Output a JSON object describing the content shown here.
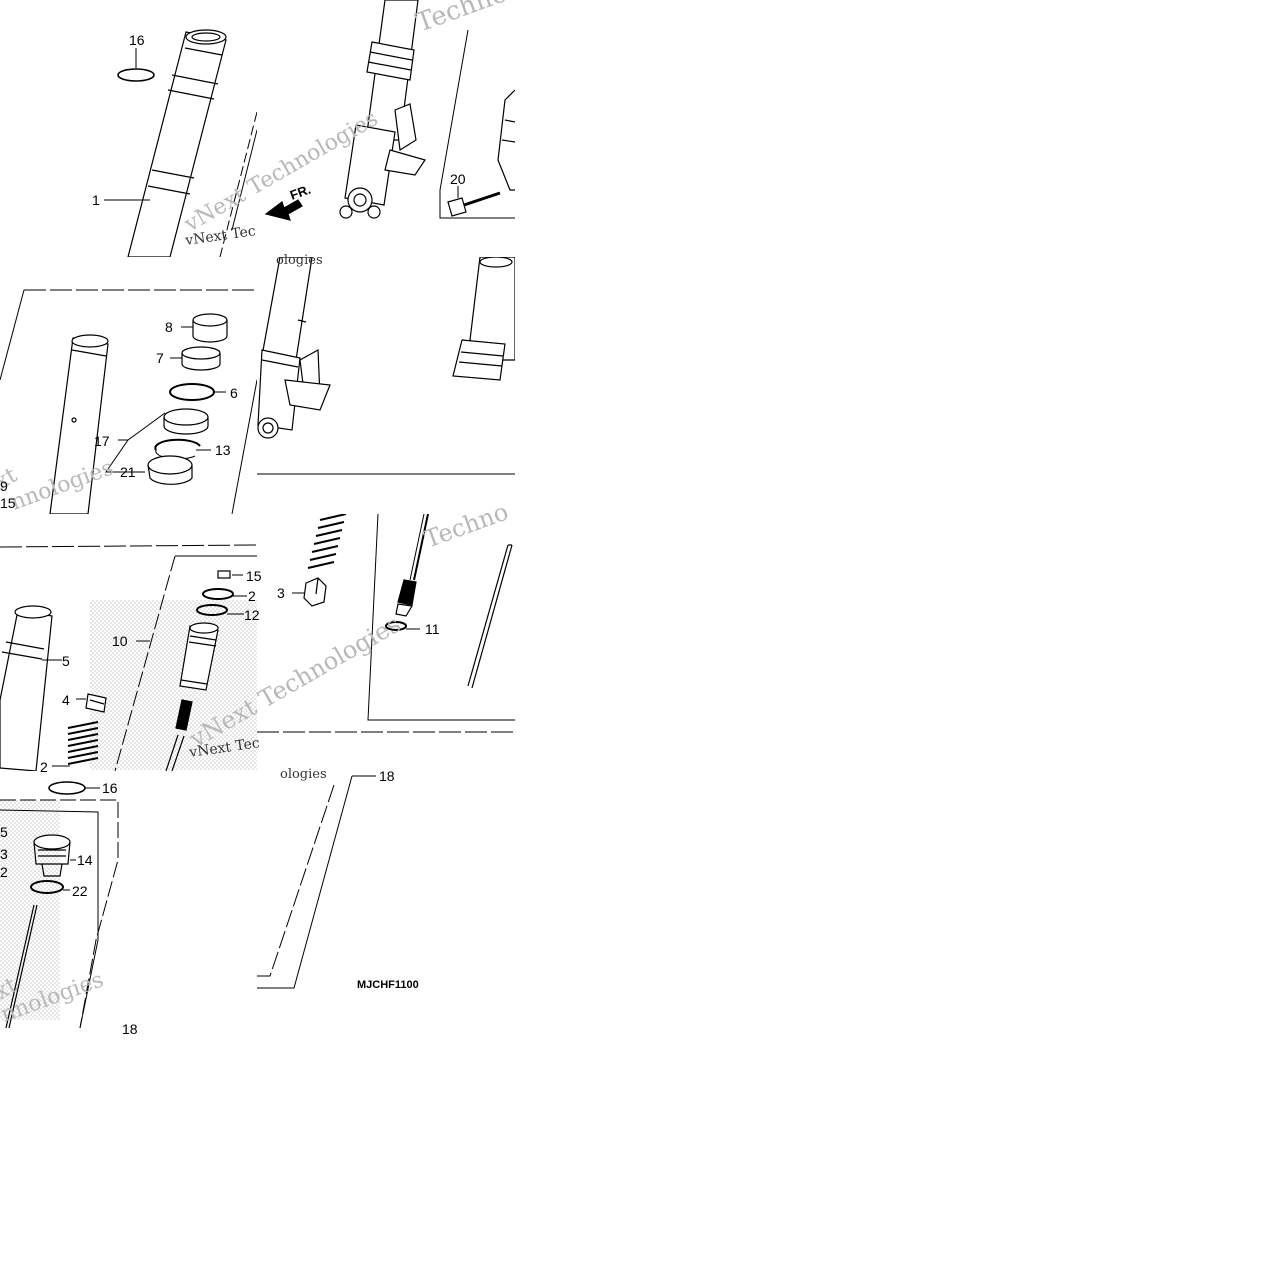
{
  "diagram": {
    "code": "MJCHF1100",
    "direction_label": "FR.",
    "watermark_a": "vNext Technologies",
    "watermark_b": "Techno",
    "watermark_c": "vNext Tec",
    "watermark_d": "ologies",
    "watermark_e": "xt",
    "watermark_f": "nnologies"
  },
  "callouts": [
    {
      "id": "c16a",
      "label": "16"
    },
    {
      "id": "c1",
      "label": "1"
    },
    {
      "id": "c20",
      "label": "20"
    },
    {
      "id": "c8",
      "label": "8"
    },
    {
      "id": "c7",
      "label": "7"
    },
    {
      "id": "c6",
      "label": "6"
    },
    {
      "id": "c17",
      "label": "17"
    },
    {
      "id": "c13",
      "label": "13"
    },
    {
      "id": "c21",
      "label": "21"
    },
    {
      "id": "c9",
      "label": "9"
    },
    {
      "id": "c15a",
      "label": "15"
    },
    {
      "id": "c3a",
      "label": "3"
    },
    {
      "id": "c11",
      "label": "11"
    },
    {
      "id": "c15b",
      "label": "15"
    },
    {
      "id": "c2b",
      "label": "2"
    },
    {
      "id": "c12a",
      "label": "12"
    },
    {
      "id": "c10",
      "label": "10"
    },
    {
      "id": "c5a",
      "label": "5"
    },
    {
      "id": "c4",
      "label": "4"
    },
    {
      "id": "c2a",
      "label": "2"
    },
    {
      "id": "c16b",
      "label": "16"
    },
    {
      "id": "c18a",
      "label": "18"
    },
    {
      "id": "c5b",
      "label": "5"
    },
    {
      "id": "c3b",
      "label": "3"
    },
    {
      "id": "c12b",
      "label": "2"
    },
    {
      "id": "c14",
      "label": "14"
    },
    {
      "id": "c22",
      "label": "22"
    },
    {
      "id": "c18b",
      "label": "18"
    }
  ]
}
